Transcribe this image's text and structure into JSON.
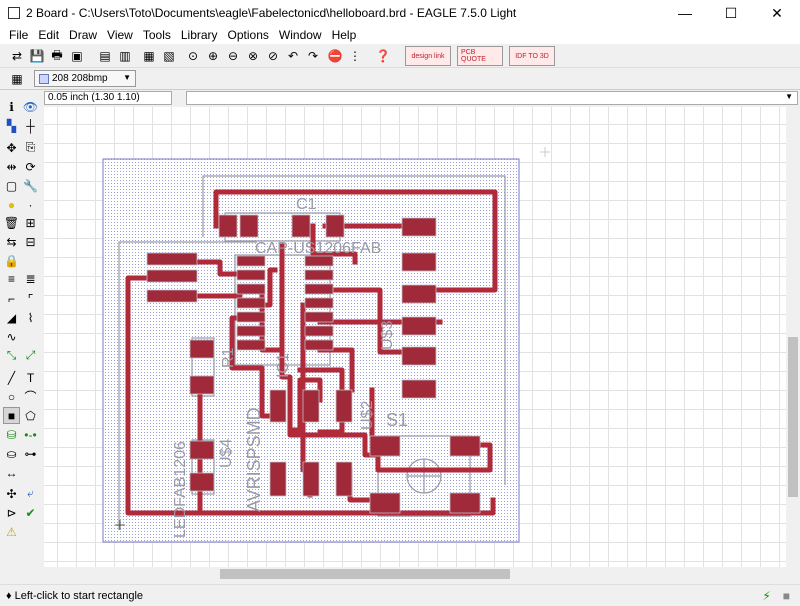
{
  "window": {
    "title": "2 Board - C:\\Users\\Toto\\Documents\\eagle\\Fabelectonicd\\helloboard.brd - EAGLE 7.5.0 Light",
    "minimize": "—",
    "maximize": "☐",
    "close": "✕"
  },
  "menu": [
    "File",
    "Edit",
    "Draw",
    "View",
    "Tools",
    "Library",
    "Options",
    "Window",
    "Help"
  ],
  "toolbar": {
    "design_link_label": "design link",
    "pcb_quote_label": "PCB QUOTE",
    "idf_label": "IDF TO 3D"
  },
  "layer_select": {
    "value": "208 208bmp"
  },
  "coord_field": {
    "value": "0.05 inch (1.30 1.10)"
  },
  "command_field": {
    "value": ""
  },
  "board": {
    "labels": {
      "c1": "C1",
      "c1_value": "CAP-US1206FAB",
      "r1": "R1",
      "ic1": "IC1",
      "u2": "U$2",
      "u3": "U$3",
      "u4": "U$4",
      "s1": "S1",
      "led": "LEDFAB1206",
      "avrisp": "AVRISPSMD"
    }
  },
  "status": {
    "message": "Left-click to start rectangle",
    "colors": {
      "trace": "#b02a3a",
      "pad": "#a02a3a",
      "board_outline": "#9999ee",
      "silk": "#a0a0a8"
    }
  }
}
